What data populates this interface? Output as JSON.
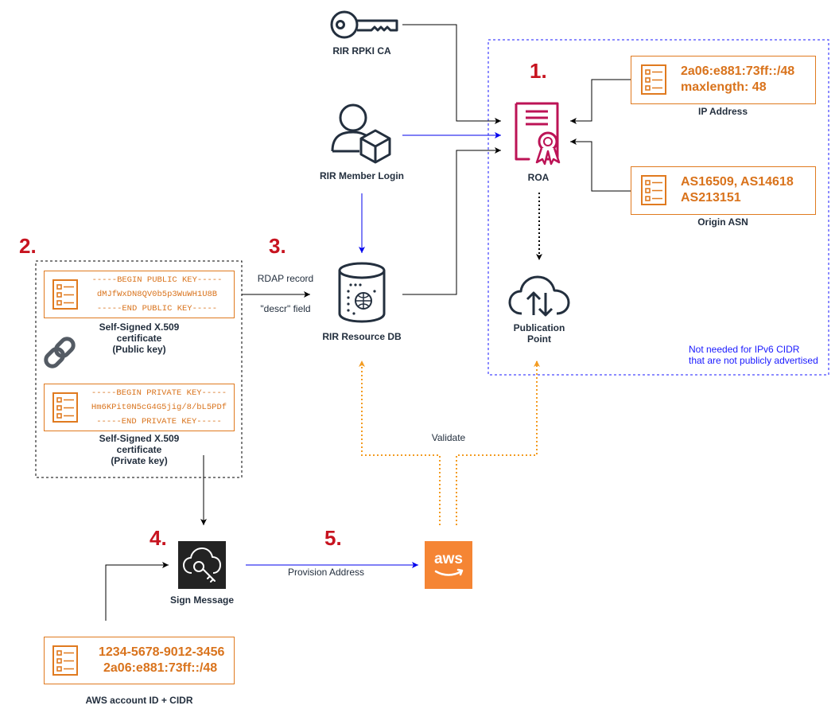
{
  "steps": {
    "s1": "1.",
    "s2": "2.",
    "s3": "3.",
    "s4": "4.",
    "s5": "5."
  },
  "nodes": {
    "rpki_ca": "RIR RPKI CA",
    "member_login": "RIR Member Login",
    "resource_db": "RIR Resource DB",
    "roa": "ROA",
    "publication_point": [
      "Publication",
      "Point"
    ],
    "sign_message": "Sign Message",
    "aws_logo_text": "aws"
  },
  "ip_address_box": {
    "lines": [
      "2a06:e881:73ff::/48",
      "maxlength: 48"
    ],
    "caption": "IP Address"
  },
  "origin_asn_box": {
    "lines": [
      "AS16509, AS14618",
      "AS213151"
    ],
    "caption": "Origin ASN"
  },
  "public_key_box": {
    "lines": [
      "-----BEGIN PUBLIC KEY-----",
      "dMJfWxDN8QV0b5p3WuWH1U8B",
      "-----END PUBLIC KEY-----"
    ],
    "caption": [
      "Self-Signed X.509",
      "certificate",
      "(Public key)"
    ]
  },
  "private_key_box": {
    "lines": [
      "-----BEGIN PRIVATE KEY-----",
      "Hm6KPit0N5cG4G5jig/8/bL5PDf",
      "-----END PRIVATE KEY-----"
    ],
    "caption": [
      "Self-Signed X.509",
      "certificate",
      "(Private key)"
    ]
  },
  "account_box": {
    "lines": [
      "1234-5678-9012-3456",
      "2a06:e881:73ff::/48"
    ],
    "caption": "AWS account ID + CIDR"
  },
  "edge_labels": {
    "rdap_record": "RDAP record",
    "descr_field": "\"descr\" field",
    "provision_address": "Provision Address",
    "validate": "Validate"
  },
  "note": [
    "Not needed for  IPv6  CIDR",
    "that are not publicly advertised"
  ],
  "icons": {
    "rpki_ca": "key-icon",
    "member_login": "user-cube-icon",
    "resource_db": "database-globe-icon",
    "roa": "certificate-ribbon-icon",
    "publication_point": "cloud-upload-download-icon",
    "sign_message": "cloud-key-icon",
    "aws": "aws-logo-icon",
    "document": "document-list-icon",
    "link": "chain-link-icon"
  },
  "colors": {
    "step": "#c7131f",
    "orange": "#e07a1f",
    "blue_note": "#1a1aff",
    "aws_orange": "#f58534",
    "roa_red": "#bc1356"
  }
}
